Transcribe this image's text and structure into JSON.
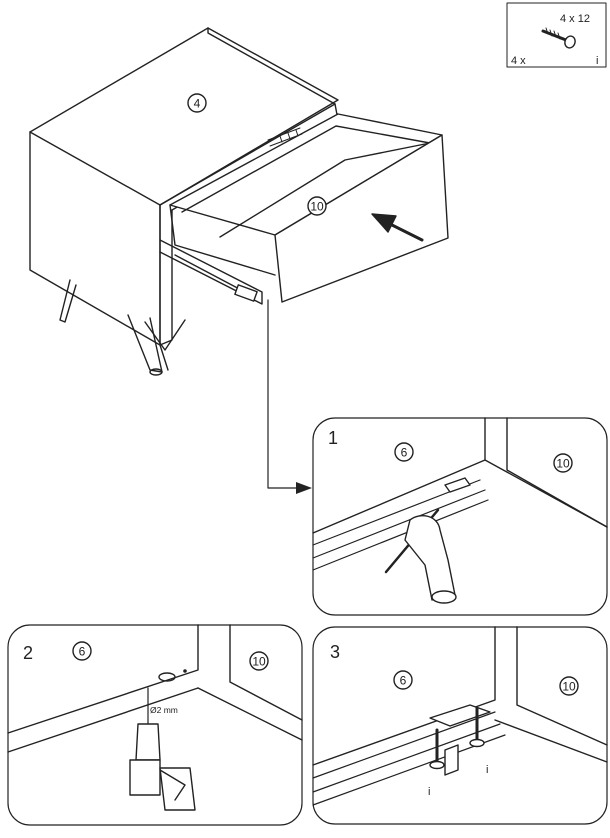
{
  "hardware": {
    "spec": "4 x 12",
    "qty": "4 x",
    "code": "i"
  },
  "main": {
    "part_top": "4",
    "part_drawer": "10"
  },
  "step1": {
    "num": "1",
    "part_a": "6",
    "part_b": "10"
  },
  "step2": {
    "num": "2",
    "part_a": "6",
    "part_b": "10",
    "drill_note": "Ø2 mm"
  },
  "step3": {
    "num": "3",
    "part_a": "6",
    "part_b": "10",
    "screw_code_left": "i",
    "screw_code_right": "i"
  }
}
